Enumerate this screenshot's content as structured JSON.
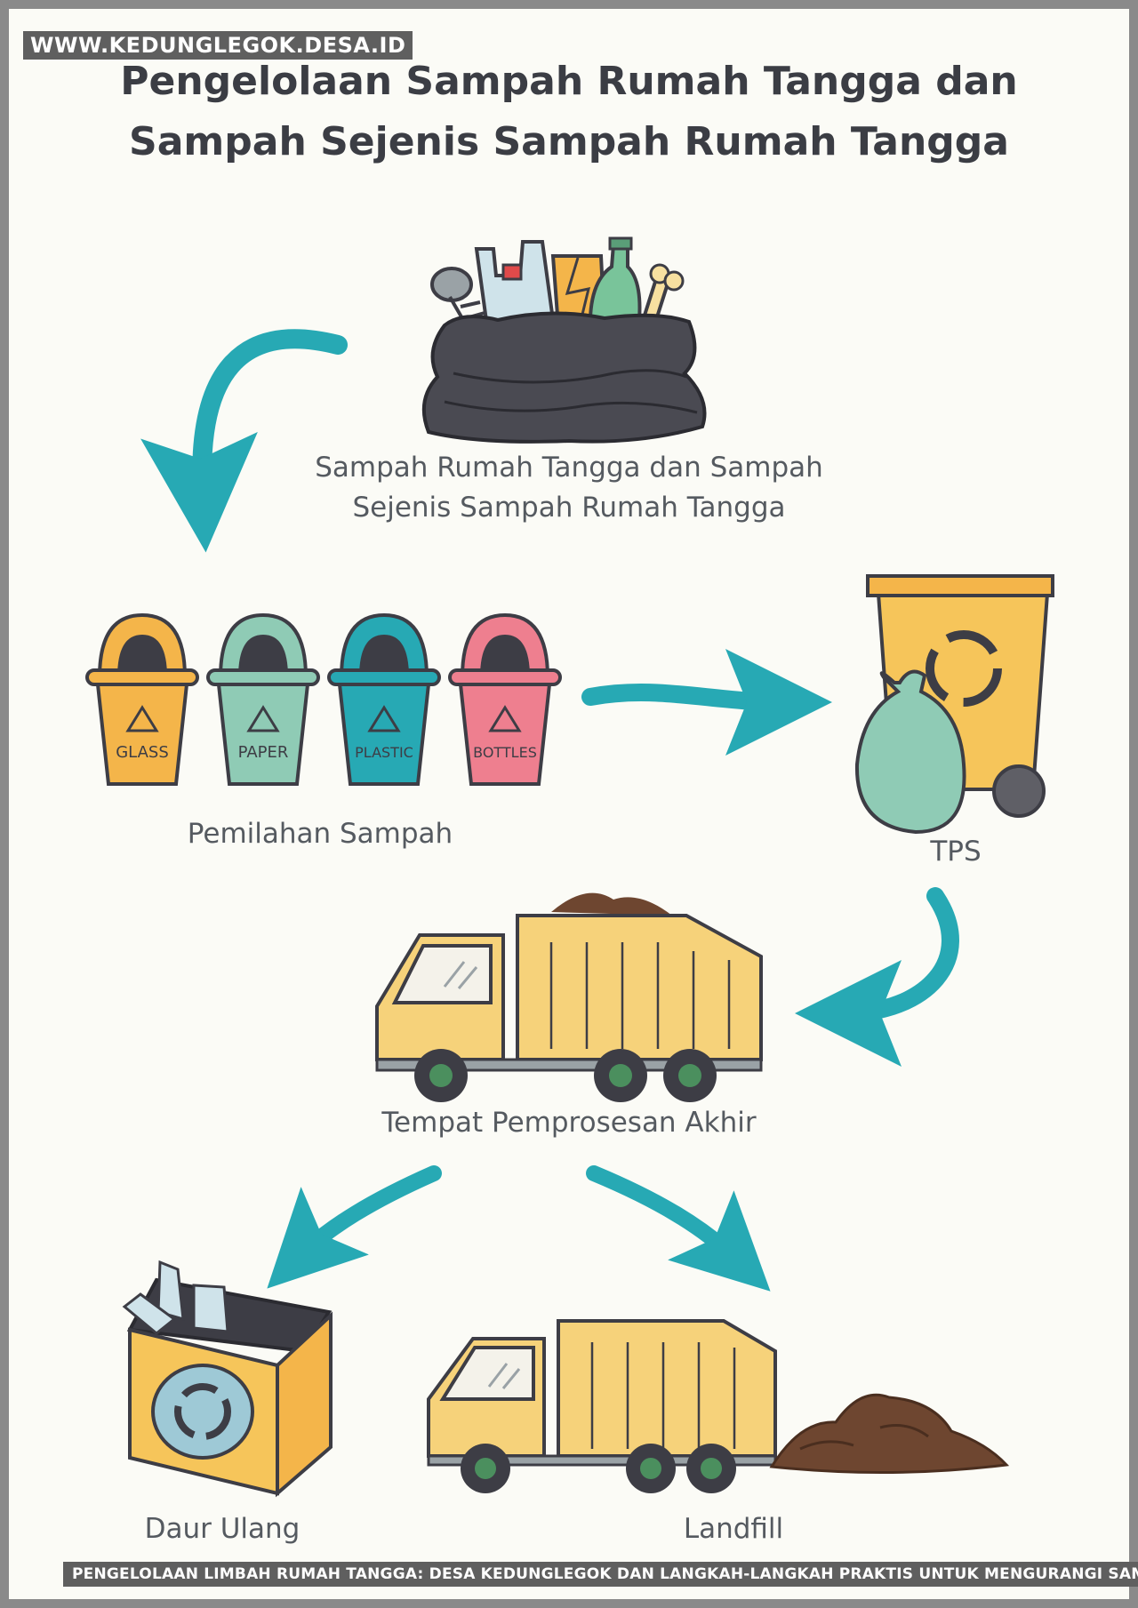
{
  "watermark": {
    "top": "WWW.KEDUNGLEGOK.DESA.ID",
    "bottom": "PENGELOLAAN LIMBAH RUMAH TANGGA: DESA KEDUNGLEGOK DAN LANGKAH-LANGKAH PRAKTIS UNTUK MENGURANGI SAMPAH"
  },
  "title": {
    "line1": "Pengelolaan Sampah Rumah Tangga dan",
    "line2": "Sampah Sejenis Sampah Rumah Tangga"
  },
  "nodes": {
    "source": {
      "line1": "Sampah Rumah Tangga dan Sampah",
      "line2": "Sejenis Sampah Rumah Tangga"
    },
    "sorting": {
      "label": "Pemilahan Sampah",
      "bins": [
        "GLASS",
        "PAPER",
        "PLASTIC",
        "BOTTLES"
      ]
    },
    "tps": {
      "label": "TPS"
    },
    "tpa": {
      "label": "Tempat Pemprosesan Akhir"
    },
    "recycle": {
      "label": "Daur Ulang"
    },
    "landfill": {
      "label": "Landfill"
    }
  },
  "colors": {
    "arrow": "#27a9b4",
    "yellow": "#f6c55a",
    "orange": "#f4b54a",
    "mint": "#8fcbb5",
    "teal": "#27a9b4",
    "pink": "#ee7f8f",
    "dark": "#3d3d45",
    "truck": "#f6d27a",
    "soil": "#6e4630"
  }
}
